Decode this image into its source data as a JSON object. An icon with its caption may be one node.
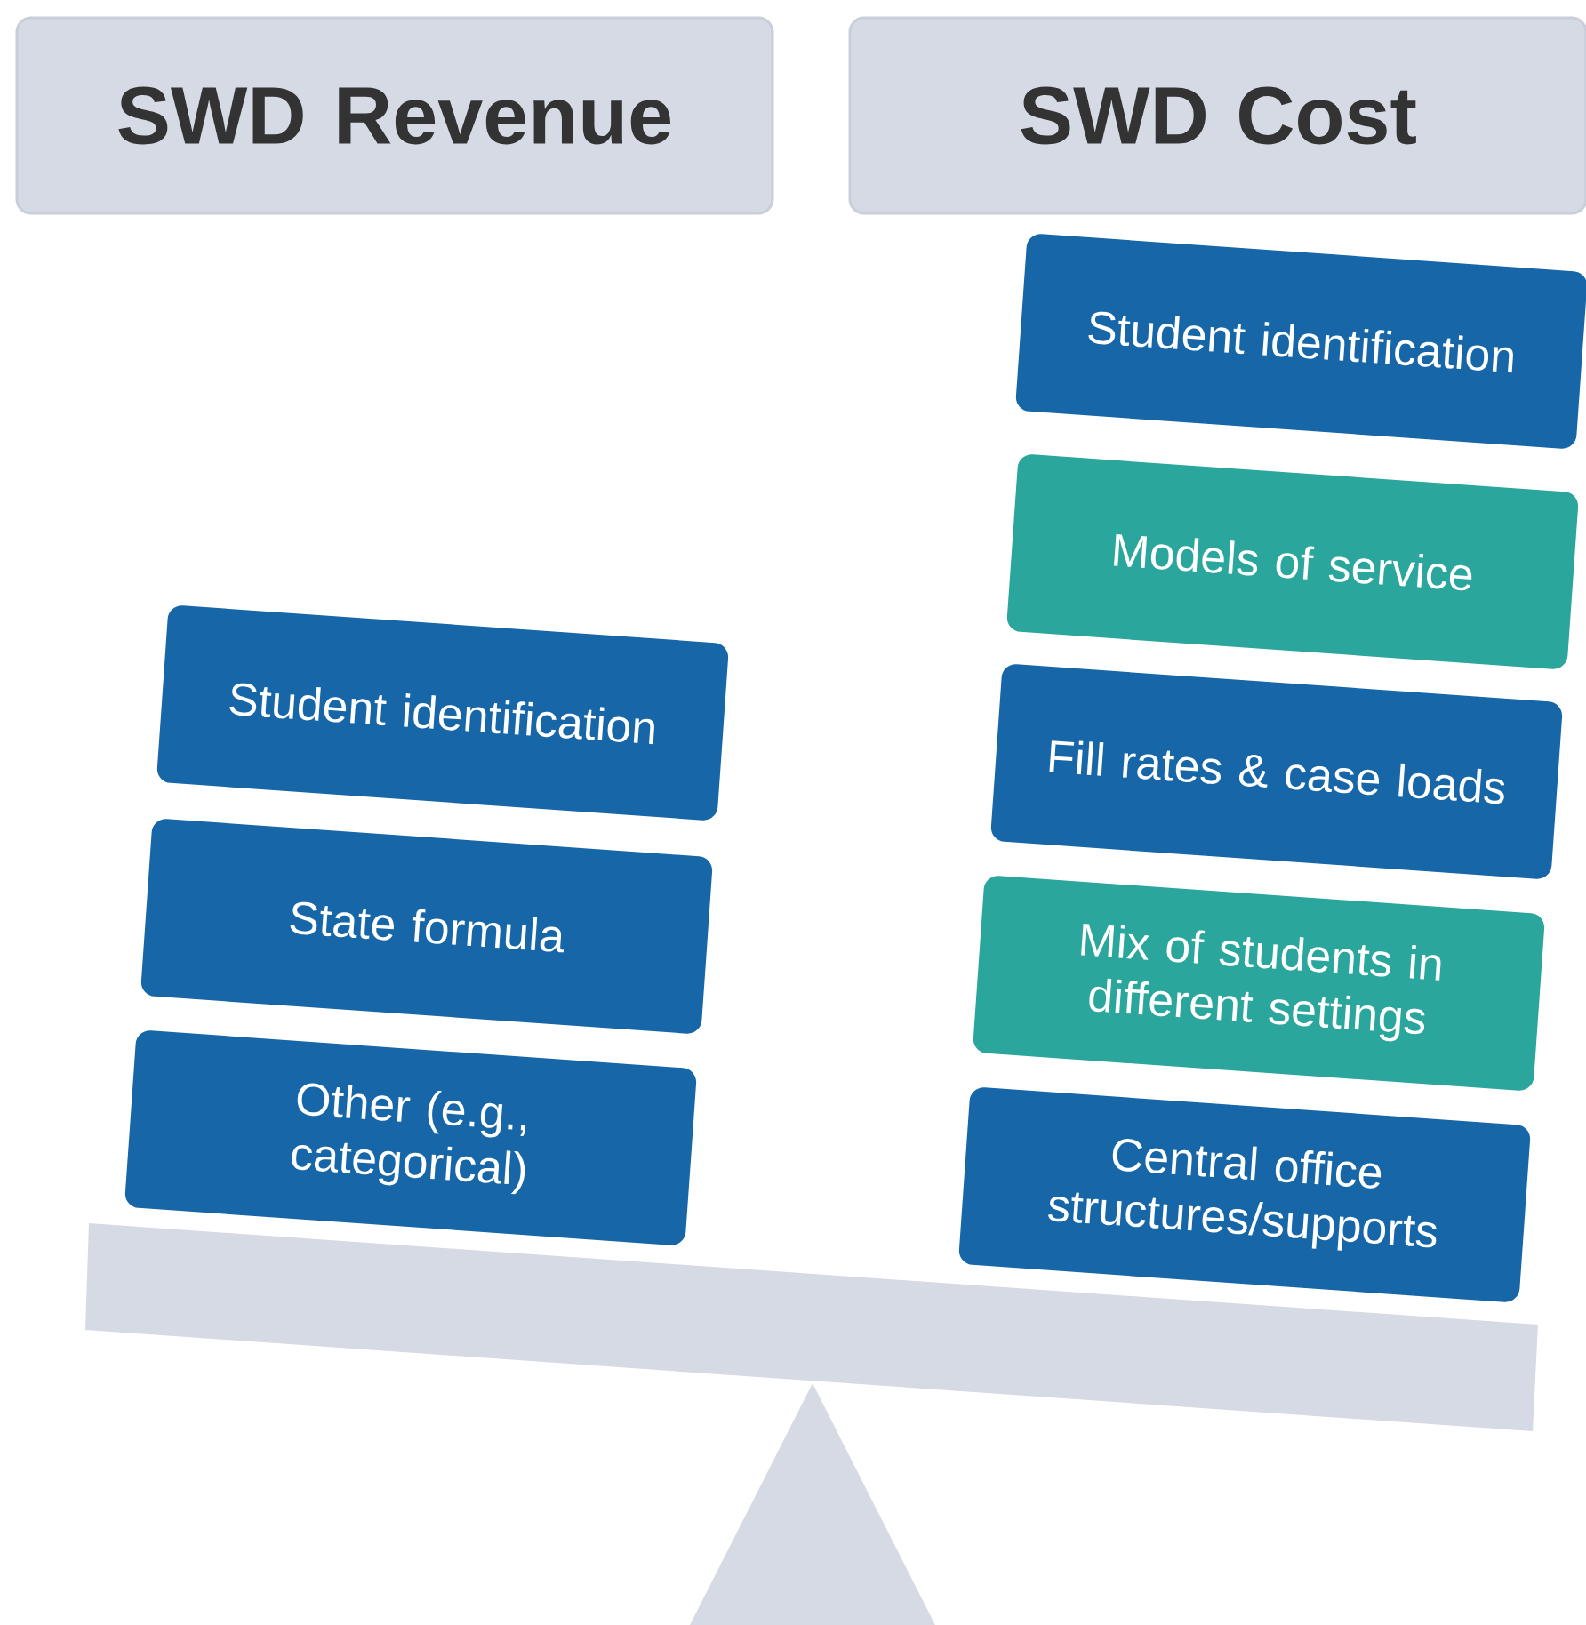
{
  "diagram": {
    "nodes": [
      {
        "text": [
          "SWD Revenue"
        ]
      },
      {
        "text": [
          "SWD Cost"
        ]
      },
      {
        "text": [
          "Student identification"
        ]
      },
      {
        "text": [
          "State formula"
        ]
      },
      {
        "text": [
          "Other (e.g., categorical)"
        ]
      },
      {
        "text": [
          "Student identification"
        ]
      },
      {
        "text": [
          "Models of service"
        ]
      },
      {
        "text": [
          "Fill rates & case loads"
        ]
      },
      {
        "text": [
          "Mix of students in different settings"
        ]
      },
      {
        "text": [
          "Central office structures/supports"
        ]
      }
    ]
  }
}
